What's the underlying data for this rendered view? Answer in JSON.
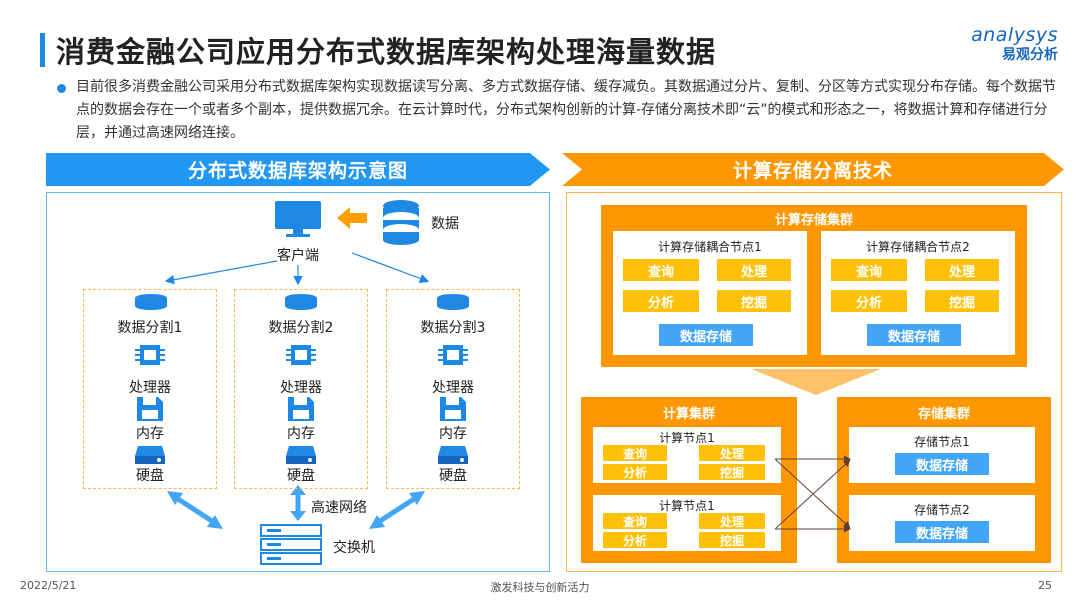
{
  "header": {
    "title": "消费金融公司应用分布式数据库架构处理海量数据",
    "logo_en": "analysys",
    "logo_cn": "易观分析"
  },
  "intro": "目前很多消费金融公司采用分布式数据库架构实现数据读写分离、多方式数据存储、缓存减负。其数据通过分片、复制、分区等方式实现分布存储。每个数据节点的数据会存在一个或者多个副本，提供数据冗余。在云计算时代，分布式架构创新的计算-存储分离技术即“云”的模式和形态之一，将数据计算和存储进行分层，并通过高速网络连接。",
  "left": {
    "banner": "分布式数据库架构示意图",
    "data_label": "数据",
    "client_label": "客户端",
    "shards": [
      {
        "name": "数据分割1",
        "cpu": "处理器",
        "mem": "内存",
        "disk": "硬盘"
      },
      {
        "name": "数据分割2",
        "cpu": "处理器",
        "mem": "内存",
        "disk": "硬盘"
      },
      {
        "name": "数据分割3",
        "cpu": "处理器",
        "mem": "内存",
        "disk": "硬盘"
      }
    ],
    "network_label": "高速网络",
    "switch_label": "交换机"
  },
  "right": {
    "banner": "计算存储分离技术",
    "coupled_cluster": {
      "title": "计算存储集群",
      "nodes": [
        {
          "title": "计算存储耦合节点1",
          "items": [
            "查询",
            "处理",
            "分析",
            "挖掘"
          ],
          "storage": "数据存储"
        },
        {
          "title": "计算存储耦合节点2",
          "items": [
            "查询",
            "处理",
            "分析",
            "挖掘"
          ],
          "storage": "数据存储"
        }
      ]
    },
    "compute_cluster": {
      "title": "计算集群",
      "nodes": [
        {
          "title": "计算节点1",
          "items": [
            "查询",
            "处理",
            "分析",
            "挖掘"
          ]
        },
        {
          "title": "计算节点1",
          "items": [
            "查询",
            "处理",
            "分析",
            "挖掘"
          ]
        }
      ]
    },
    "storage_cluster": {
      "title": "存储集群",
      "nodes": [
        {
          "title": "存储节点1",
          "storage": "数据存储"
        },
        {
          "title": "存储节点2",
          "storage": "数据存储"
        }
      ]
    }
  },
  "footer": {
    "date": "2022/5/21",
    "slogan": "激发科技与创新活力",
    "page": "25"
  },
  "colors": {
    "blue": "#2196F3",
    "orange": "#FF9800",
    "yellow": "#FFC107",
    "light_blue": "#42A5F5"
  },
  "icons": [
    "monitor-icon",
    "arrow-left-icon",
    "database-icon",
    "cpu-icon",
    "floppy-disk-icon",
    "hard-drive-icon",
    "switch-icon"
  ]
}
